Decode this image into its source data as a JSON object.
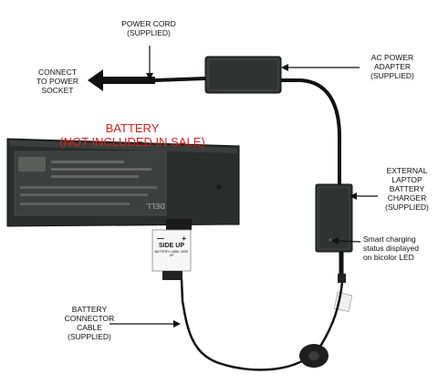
{
  "labels": {
    "power_cord": [
      "POWER CORD",
      "(SUPPLIED)"
    ],
    "connect": [
      "CONNECT",
      "TO POWER",
      "SOCKET"
    ],
    "ac_adapter": [
      "AC POWER",
      "ADAPTER",
      "(SUPPLIED)"
    ],
    "battery_title": [
      "BATTERY",
      "(NOT INCLUDED IN SALE)"
    ],
    "external_charger": [
      "EXTERNAL",
      "LAPTOP",
      "BATTERY",
      "CHARGER",
      "(SUPPLIED)"
    ],
    "status": [
      "Smart charging",
      "status displayed",
      "on bicolor LED"
    ],
    "connector_cable": [
      "BATTERY",
      "CONNECTOR",
      "CABLE",
      "(SUPPLIED)"
    ],
    "side_up": "SIDE UP",
    "side_up_small": "BATTERY LABEL SIDE UP",
    "battery_brand": "DELL",
    "plus_minus": [
      "—",
      "+"
    ]
  },
  "colors": {
    "label_red": "#e0201b",
    "cable": "#111111",
    "device": "#2f3331"
  }
}
